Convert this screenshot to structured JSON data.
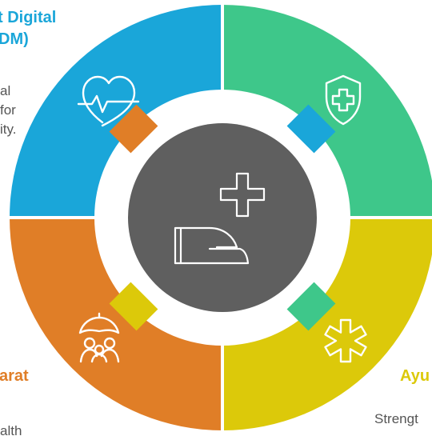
{
  "colors": {
    "blue": "#1aa6d9",
    "green": "#3ec78a",
    "orange": "#e07e27",
    "yellow": "#dcc90a",
    "center": "#5f5f5f",
    "body_text": "#555555"
  },
  "segments": {
    "top_left": {
      "title_line1": "t Digital",
      "title_line2": "DM)",
      "body_line1": "al",
      "body_line2": "for",
      "body_line3": "ity.",
      "icon": "heart-pulse-icon"
    },
    "top_right": {
      "icon": "shield-plus-icon"
    },
    "bottom_left": {
      "title": "arat",
      "body": "alth",
      "icon": "umbrella-family-icon"
    },
    "bottom_right": {
      "title": "Ayu",
      "body": "Strengt",
      "icon": "star-of-life-icon"
    }
  },
  "center": {
    "icon": "hand-with-cross-icon"
  }
}
